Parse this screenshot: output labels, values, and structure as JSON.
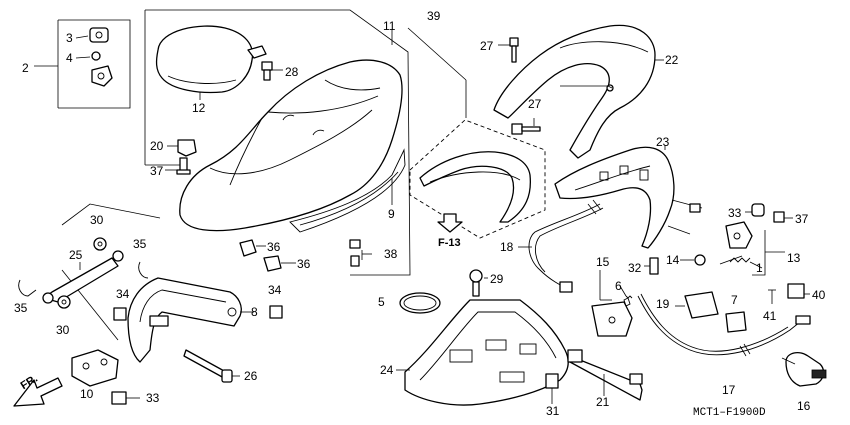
{
  "diagram_code": "MCT1–F1900D",
  "section_ref": "F-13",
  "front_marker": "FR.",
  "labels": {
    "p1": "1",
    "p2": "2",
    "p3": "3",
    "p4": "4",
    "p5": "5",
    "p6": "6",
    "p7": "7",
    "p8": "8",
    "p9": "9",
    "p10": "10",
    "p11": "11",
    "p12": "12",
    "p13": "13",
    "p14": "14",
    "p15": "15",
    "p16": "16",
    "p17": "17",
    "p18": "18",
    "p19": "19",
    "p20": "20",
    "p21": "21",
    "p22": "22",
    "p23": "23",
    "p24": "24",
    "p25": "25",
    "p26": "26",
    "p27": "27",
    "p28": "28",
    "p29": "29",
    "p30": "30",
    "p31": "31",
    "p32": "32",
    "p33": "33",
    "p34": "34",
    "p35": "35",
    "p36": "36",
    "p37": "37",
    "p38": "38",
    "p39": "39",
    "p40": "40",
    "p41": "41"
  }
}
